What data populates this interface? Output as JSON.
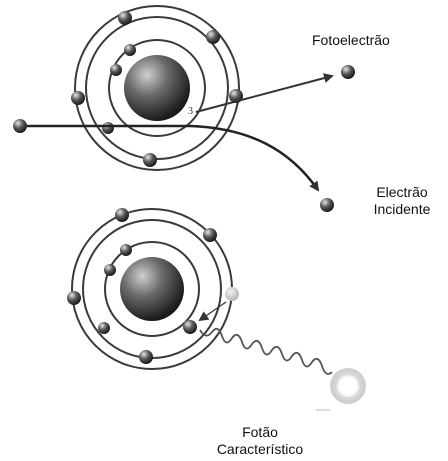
{
  "labels": {
    "photoelectron": "Fotoelectrão",
    "incident_line1": "Electrão",
    "incident_line2": "Incidente",
    "photon_line1": "Fotão",
    "photon_line2": "Característico",
    "shell_number": "3"
  },
  "colors": {
    "electron_dark": "#2e2e2e",
    "electron_light": "#d8d8d8",
    "orbit": "#3a3a3a",
    "nucleus_dark": "#1e1e1e",
    "nucleus_light": "#bfbfbf",
    "photon_wave": "#555555"
  },
  "icons": {
    "vacancy": "empty-electron-slot",
    "photon": "photon-circle-icon"
  }
}
